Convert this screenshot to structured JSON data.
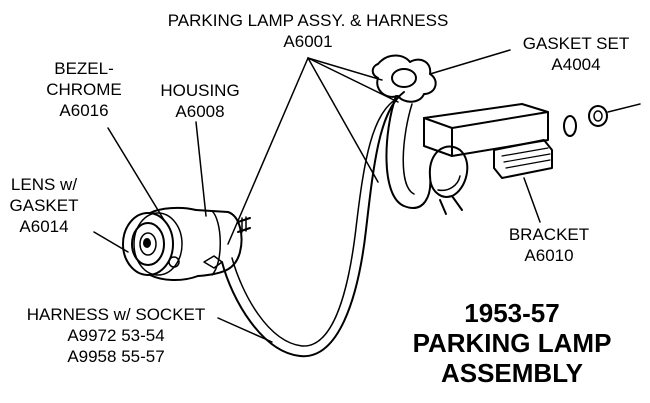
{
  "labels": {
    "parking_lamp_assy": {
      "name": "PARKING LAMP ASSY. & HARNESS",
      "part": "A6001"
    },
    "gasket_set": {
      "name": "GASKET SET",
      "part": "A4004"
    },
    "bezel": {
      "line1": "BEZEL-",
      "line2": "CHROME",
      "part": "A6016"
    },
    "housing": {
      "name": "HOUSING",
      "part": "A6008"
    },
    "lens": {
      "line1": "LENS w/",
      "line2": "GASKET",
      "part": "A6014"
    },
    "bracket": {
      "name": "BRACKET",
      "part": "A6010"
    },
    "harness": {
      "name": "HARNESS w/ SOCKET",
      "part1": "A9972 53-54",
      "part2": "A9958 55-57"
    }
  },
  "title": {
    "line1": "1953-57",
    "line2": "PARKING LAMP",
    "line3": "ASSEMBLY"
  },
  "colors": {
    "ink": "#000000",
    "paper": "#ffffff"
  }
}
